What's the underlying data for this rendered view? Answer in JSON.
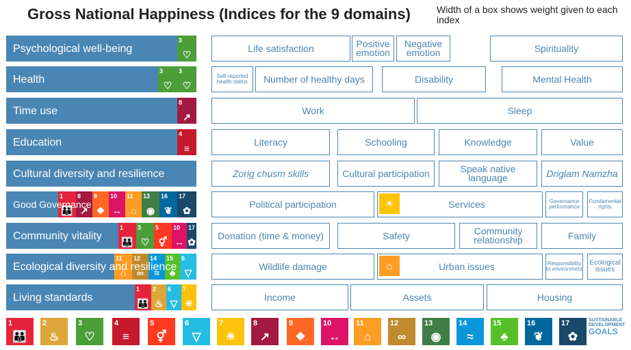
{
  "title": "Gross National Happiness (Indices for the 9 domains)",
  "title_note": "Width of a box shows weight given to each index",
  "domains": [
    {
      "label": "Psychological well-being",
      "sdgs": [
        3
      ],
      "indices": [
        "Life satisfaction",
        "Positive emotion",
        "Negative emotion",
        "Spirituality"
      ]
    },
    {
      "label": "Health",
      "sdgs": [
        3,
        3
      ],
      "indices": [
        "Self-reported health status",
        "Number of healthy days",
        "Disability",
        "Mental Health"
      ]
    },
    {
      "label": "Time use",
      "sdgs": [
        8
      ],
      "indices": [
        "Work",
        "Sleep"
      ]
    },
    {
      "label": "Education",
      "sdgs": [
        4
      ],
      "indices": [
        "Literacy",
        "Schooling",
        "Knowledge",
        "Value"
      ]
    },
    {
      "label": "Cultural diversity and resilience",
      "sdgs": [],
      "indices": [
        "Zorig chusm skills",
        "Cultural participation",
        "Speak native language",
        "Driglam Namzha"
      ]
    },
    {
      "label": "Good Governance",
      "sdgs": [
        1,
        8,
        9,
        10,
        11,
        13,
        16,
        17
      ],
      "indices": [
        "Political participation",
        "Services",
        "Governance performance",
        "Fundamental rights"
      ]
    },
    {
      "label": "Community vitality",
      "sdgs": [
        1,
        3,
        5,
        10,
        17
      ],
      "indices": [
        "Donation (time & money)",
        "Safety",
        "Community relationship",
        "Family"
      ]
    },
    {
      "label": "Ecological diversity and resilience",
      "sdgs": [
        11,
        12,
        14,
        15,
        6
      ],
      "indices": [
        "Wildlife damage",
        "Urban issues",
        "Responsibility to environment",
        "Ecological issues"
      ]
    },
    {
      "label": "Living standards",
      "sdgs": [
        1,
        2,
        6,
        7
      ],
      "indices": [
        "Income",
        "Assets",
        "Housing"
      ]
    }
  ],
  "sdg_colors": {
    "1": "#e5243b",
    "2": "#dda63a",
    "3": "#4c9f38",
    "4": "#c5192d",
    "5": "#ff3a21",
    "6": "#26bde2",
    "7": "#fcc30b",
    "8": "#a21942",
    "9": "#fd6925",
    "10": "#dd1367",
    "11": "#fd9d24",
    "12": "#bf8b2e",
    "13": "#3f7e44",
    "14": "#0a97d9",
    "15": "#56c02b",
    "16": "#00689d",
    "17": "#19486a"
  },
  "sdg_icons": {
    "1": "family-icon",
    "2": "bowl-icon",
    "3": "heartbeat-icon",
    "4": "book-icon",
    "5": "gender-icon",
    "6": "water-icon",
    "7": "sun-icon",
    "8": "growth-chart-icon",
    "9": "cubes-icon",
    "10": "equality-icon",
    "11": "city-icon",
    "12": "infinity-icon",
    "13": "eye-globe-icon",
    "14": "fish-icon",
    "15": "tree-icon",
    "16": "dove-icon",
    "17": "flower-icon"
  },
  "sdg_goals_logo": {
    "line1": "SUSTAINABLE",
    "line2": "DEVELOPMENT",
    "line3": "GOALS"
  }
}
